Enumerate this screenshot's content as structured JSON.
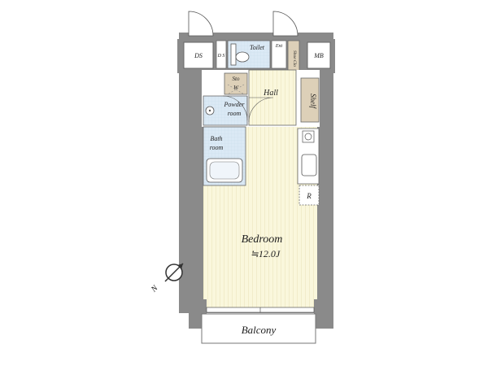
{
  "labels": {
    "ds": "DS",
    "mb": "MB",
    "toilet": "Toilet",
    "ent": "Ent",
    "ds_small": "D S",
    "shoe_clo": "Shoe Clo",
    "sto": "Sto",
    "w": "W",
    "hall": "Hall",
    "shelf": "Shelf",
    "powder_line1": "Powder",
    "powder_line2": "room",
    "bath_line1": "Bath",
    "bath_line2": "room",
    "r": "R",
    "bedroom": "Bedroom",
    "bedroom_size": "≒12.0J",
    "balcony": "Balcony",
    "north": "N"
  },
  "colors": {
    "wall": "#8a8a8a",
    "floor_tile": "#dbe9f5",
    "flooring": "#faf7dc",
    "storage": "#ddd0b8",
    "balcony": "#ffffff"
  },
  "icons": [
    "compass-icon",
    "toilet-icon",
    "bathtub-icon",
    "sink-icon",
    "stove-icon",
    "washer-icon"
  ]
}
